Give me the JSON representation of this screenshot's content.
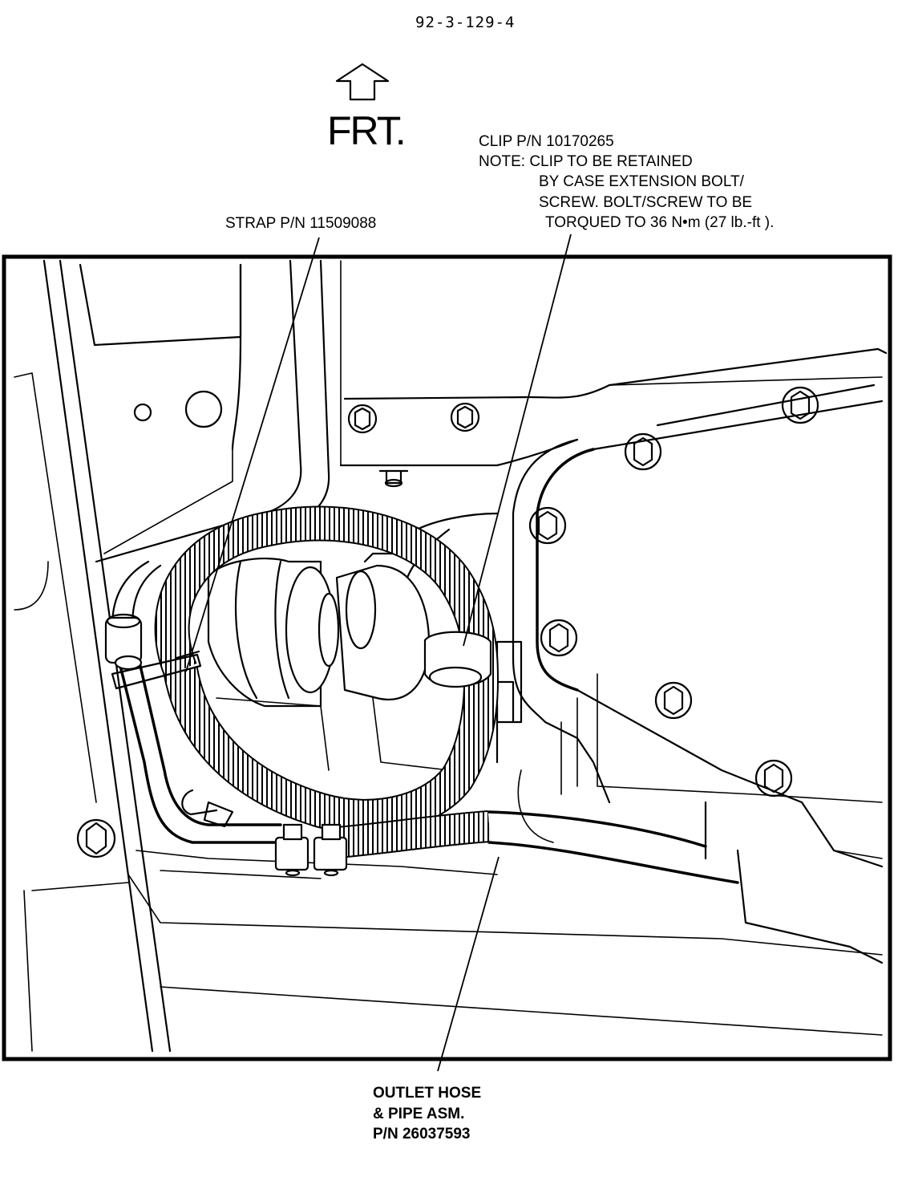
{
  "figure_code": "92-3-129-4",
  "direction": {
    "label": "FRT.",
    "icon": "front-arrow-icon"
  },
  "callouts": {
    "strap": {
      "line1": "STRAP P/N 11509088"
    },
    "clip": {
      "line1": "CLIP P/N 10170265",
      "line2": "NOTE: CLIP TO BE RETAINED",
      "line3": "BY CASE  EXTENSION BOLT/",
      "line4": "SCREW. BOLT/SCREW TO BE",
      "line5": "TORQUED TO 36 N•m (27 lb.-ft )."
    },
    "outlet": {
      "line1": "OUTLET  HOSE",
      "line2": "& PIPE  ASM.",
      "line3": "P/N 26037593"
    }
  }
}
